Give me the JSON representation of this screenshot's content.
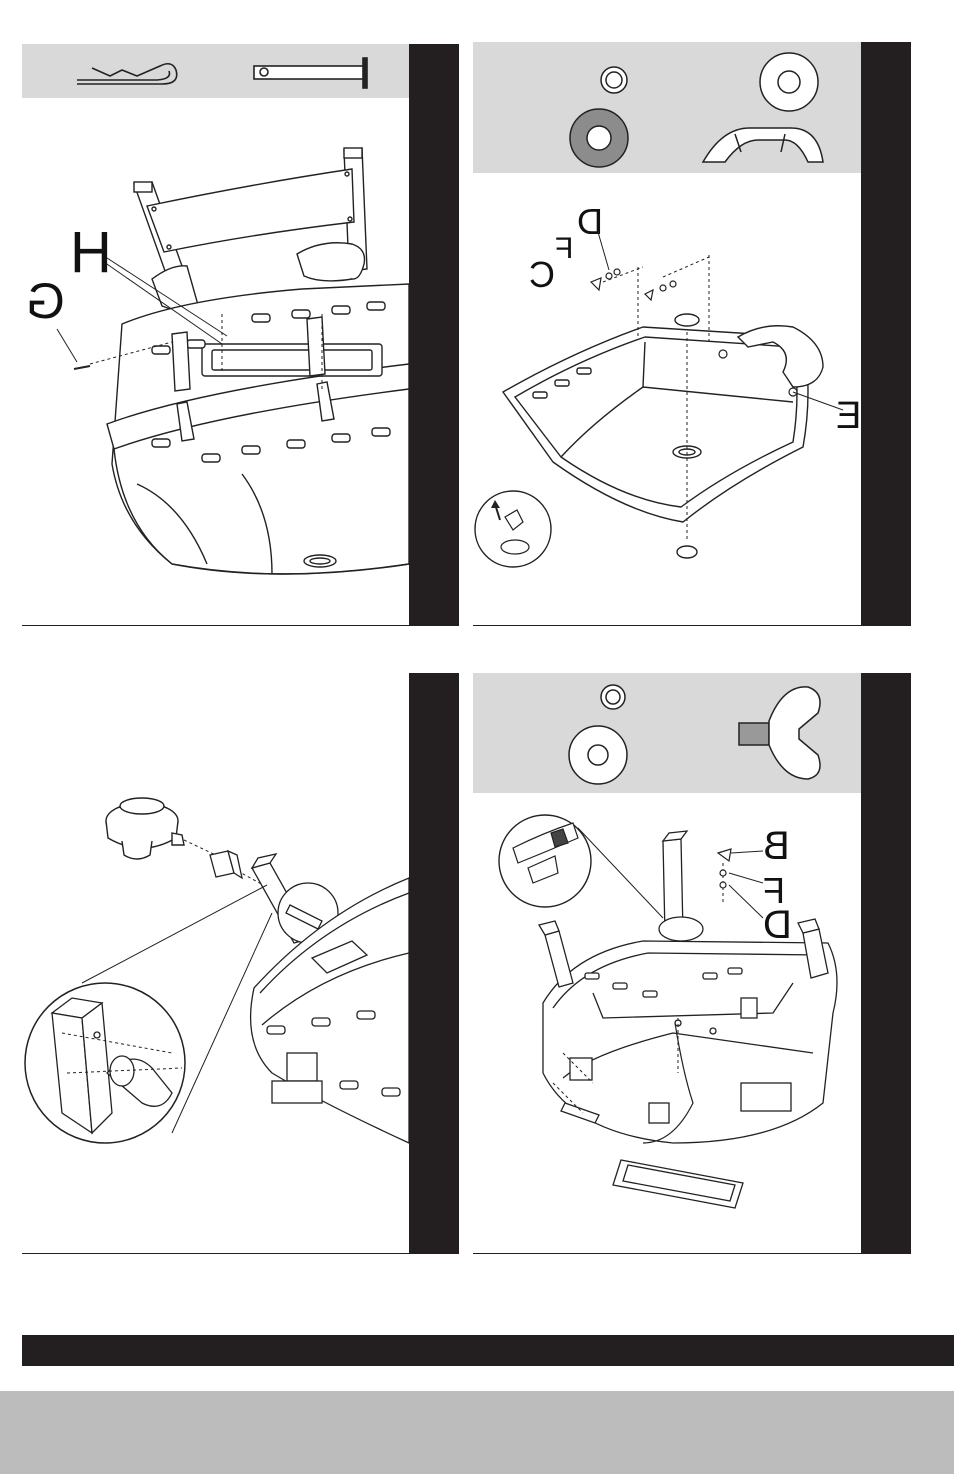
{
  "callouts": {
    "step1": {
      "g": "G",
      "h": "H"
    },
    "step2": {
      "d": "D",
      "f": "F",
      "c": "C",
      "e": "E"
    },
    "step4": {
      "b": "B",
      "f": "F",
      "d": "D"
    }
  },
  "colors": {
    "bar": "#231f20",
    "hardware_strip": "#d9d9d9",
    "footer": "#231f20",
    "bottom_band": "#bcbcbc"
  }
}
